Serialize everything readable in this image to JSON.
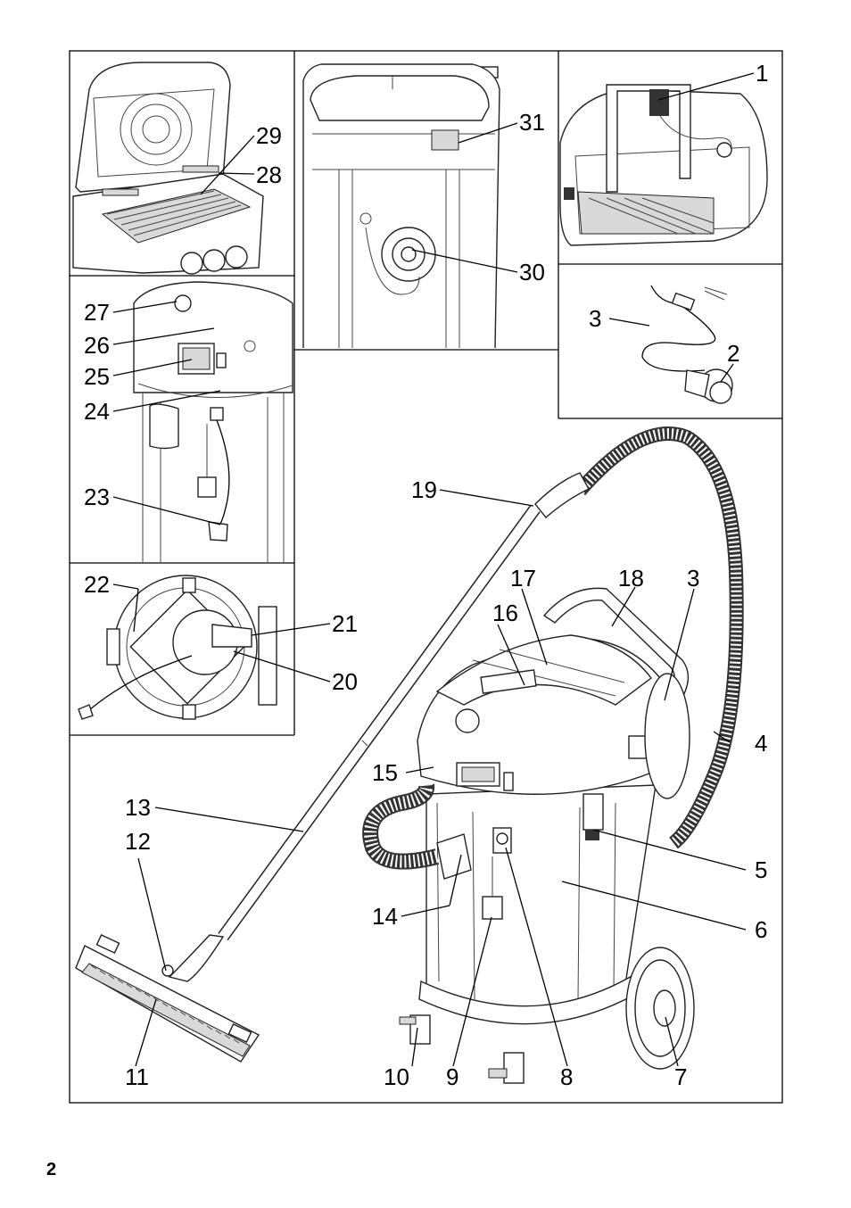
{
  "page_number": "2",
  "callouts": [
    "1",
    "2",
    "3",
    "4",
    "5",
    "6",
    "7",
    "8",
    "9",
    "10",
    "11",
    "12",
    "13",
    "14",
    "15",
    "16",
    "17",
    "18",
    "19",
    "20",
    "21",
    "22",
    "23",
    "24",
    "25",
    "26",
    "27",
    "28",
    "29",
    "30",
    "31",
    "3"
  ],
  "panels": [
    {
      "id": "filter-compartment",
      "labels": [
        "29",
        "28"
      ]
    },
    {
      "id": "rear-view",
      "labels": [
        "31",
        "30"
      ]
    },
    {
      "id": "cable-hook",
      "labels": [
        "1"
      ]
    },
    {
      "id": "power-cable",
      "labels": [
        "3",
        "2"
      ]
    },
    {
      "id": "control-panel",
      "labels": [
        "27",
        "26",
        "25",
        "24",
        "23"
      ]
    },
    {
      "id": "top-view",
      "labels": [
        "22",
        "21",
        "20"
      ]
    },
    {
      "id": "main-vacuum",
      "labels": [
        "19",
        "17",
        "18",
        "3",
        "16",
        "4",
        "15",
        "13",
        "12",
        "5",
        "14",
        "6",
        "11",
        "10",
        "9",
        "8",
        "7"
      ]
    }
  ]
}
